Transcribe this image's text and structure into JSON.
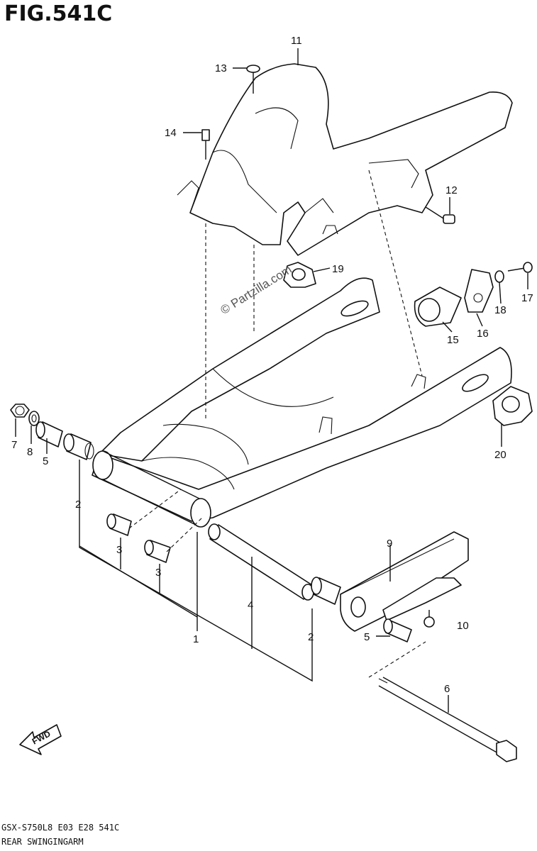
{
  "figure": {
    "title": "FIG.541C",
    "model_code": "GSX-S750L8  E03  E28  541C",
    "part_name": "REAR SWINGINGARM",
    "watermark": "© Partzilla.com",
    "fwd_label": "FWD"
  },
  "callouts": [
    {
      "id": "c1",
      "label": "1"
    },
    {
      "id": "c2a",
      "label": "2"
    },
    {
      "id": "c2b",
      "label": "2"
    },
    {
      "id": "c3a",
      "label": "3"
    },
    {
      "id": "c3b",
      "label": "3"
    },
    {
      "id": "c4",
      "label": "4"
    },
    {
      "id": "c5a",
      "label": "5"
    },
    {
      "id": "c5b",
      "label": "5"
    },
    {
      "id": "c6",
      "label": "6"
    },
    {
      "id": "c7",
      "label": "7"
    },
    {
      "id": "c8",
      "label": "8"
    },
    {
      "id": "c9",
      "label": "9"
    },
    {
      "id": "c10",
      "label": "10"
    },
    {
      "id": "c11",
      "label": "11"
    },
    {
      "id": "c12",
      "label": "12"
    },
    {
      "id": "c13",
      "label": "13"
    },
    {
      "id": "c14",
      "label": "14"
    },
    {
      "id": "c15",
      "label": "15"
    },
    {
      "id": "c16",
      "label": "16"
    },
    {
      "id": "c17",
      "label": "17"
    },
    {
      "id": "c18",
      "label": "18"
    },
    {
      "id": "c19",
      "label": "19"
    },
    {
      "id": "c20",
      "label": "20"
    }
  ]
}
